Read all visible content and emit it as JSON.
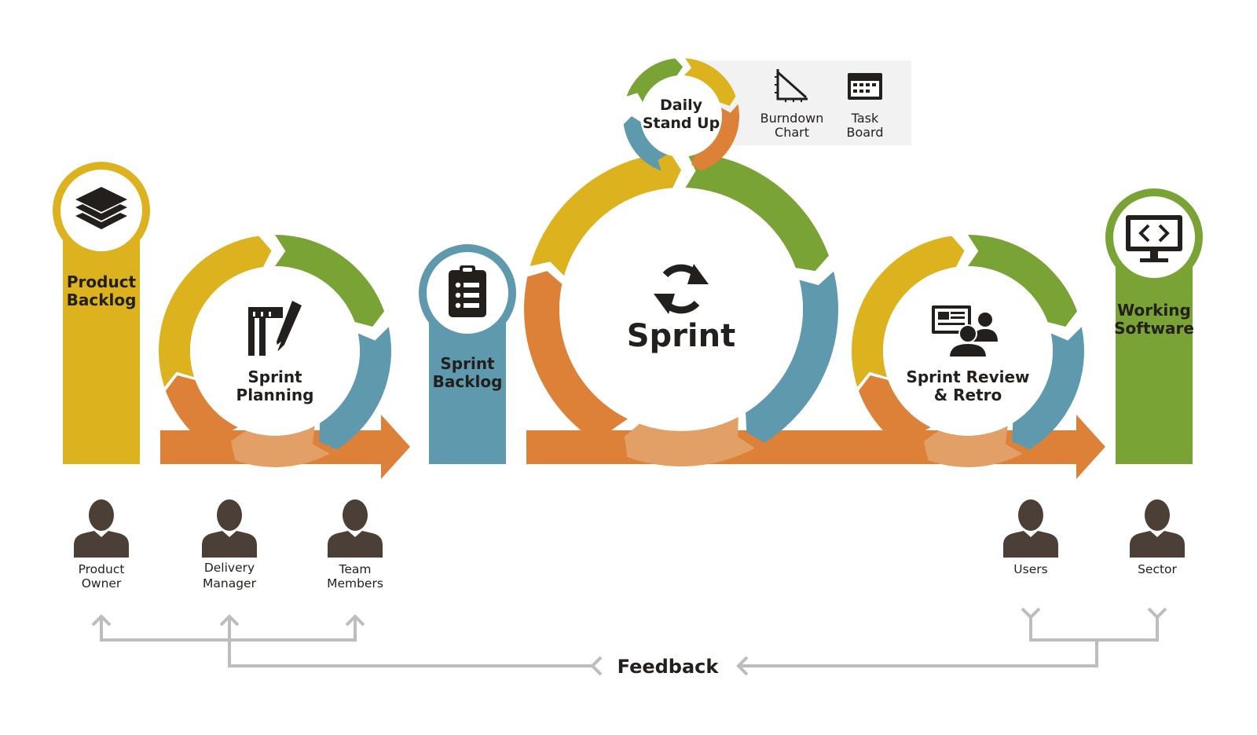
{
  "colors": {
    "yellow": "#dcb31f",
    "green": "#7aa336",
    "teal": "#5f99ad",
    "orange": "#dd8138",
    "light_orange": "#e2a066",
    "dark": "#231f1c",
    "person": "#4b3f37",
    "feedback_line": "#bdbdbd",
    "tools_panel": "#f2f2f2"
  },
  "stages": {
    "product_backlog": {
      "line1": "Product",
      "line2": "Backlog",
      "icon": "layers-icon"
    },
    "sprint_planning": {
      "line1": "Sprint",
      "line2": "Planning",
      "icon": "ruler-pencil-icon"
    },
    "sprint_backlog": {
      "line1": "Sprint",
      "line2": "Backlog",
      "icon": "clipboard-icon"
    },
    "sprint": {
      "label": "Sprint",
      "icon": "refresh-icon"
    },
    "daily_standup": {
      "line1": "Daily",
      "line2": "Stand Up"
    },
    "sprint_review": {
      "line1": "Sprint Review",
      "line2": "& Retro",
      "icon": "presentation-icon"
    },
    "working_software": {
      "line1": "Working",
      "line2": "Software",
      "icon": "monitor-code-icon"
    }
  },
  "tools": [
    {
      "line1": "Burndown",
      "line2": "Chart",
      "icon": "burndown-chart-icon"
    },
    {
      "line1": "Task",
      "line2": "Board",
      "icon": "task-board-icon"
    }
  ],
  "people": [
    {
      "line1": "Product",
      "line2": "Owner"
    },
    {
      "line1": "Delivery",
      "line2": "Manager"
    },
    {
      "line1": "Team",
      "line2": "Members"
    },
    {
      "line1": "Users",
      "line2": ""
    },
    {
      "line1": "Sector",
      "line2": ""
    }
  ],
  "feedback": {
    "label": "Feedback"
  }
}
